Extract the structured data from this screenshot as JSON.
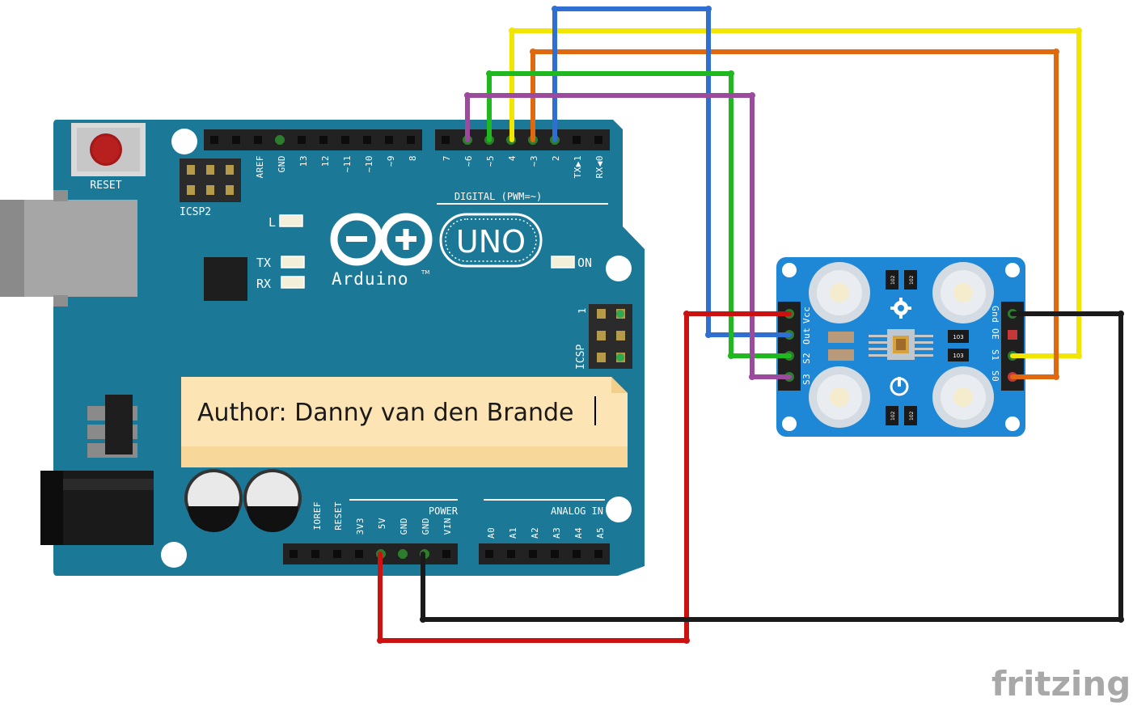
{
  "board": {
    "reset_label": "RESET",
    "icsp2_label": "ICSP2",
    "digital_header_pins": [
      "AREF",
      "GND",
      "13",
      "12",
      "~11",
      "~10",
      "~9",
      "8"
    ],
    "digital_header_pins_2": [
      "7",
      "~6",
      "~5",
      "4",
      "~3",
      "2",
      "TX▶1",
      "RX◀0"
    ],
    "digital_label": "DIGITAL (PWM=~)",
    "led_l": "L",
    "led_tx": "TX",
    "led_rx": "RX",
    "led_on": "ON",
    "brand": "Arduino",
    "trademark": "TM",
    "model": "UNO",
    "icsp_label": "ICSP",
    "icsp_pin1": "1",
    "power_label": "POWER",
    "power_pins": [
      "IOREF",
      "RESET",
      "3V3",
      "5V",
      "GND",
      "GND",
      "VIN"
    ],
    "analog_label": "ANALOG IN",
    "analog_pins": [
      "A0",
      "A1",
      "A2",
      "A3",
      "A4",
      "A5"
    ]
  },
  "note": {
    "text": "Author: Danny van den Brande"
  },
  "sensor": {
    "left_pins": [
      "S3",
      "S2",
      "Out",
      "Vcc"
    ],
    "right_pins": [
      "Gnd",
      "OE",
      "S1",
      "S0"
    ],
    "resistor_102": "102",
    "resistor_103": "103"
  },
  "wires": [
    {
      "name": "yellow",
      "color": "#f2e600",
      "from": "Arduino D4",
      "to": "Sensor S1"
    },
    {
      "name": "orange",
      "color": "#e0680e",
      "from": "Arduino D3",
      "to": "Sensor S0"
    },
    {
      "name": "blue",
      "color": "#2e6fd1",
      "from": "Arduino D2",
      "to": "Sensor Out"
    },
    {
      "name": "green",
      "color": "#1fb81f",
      "from": "Arduino D5",
      "to": "Sensor S2"
    },
    {
      "name": "purple",
      "color": "#9b4a9e",
      "from": "Arduino D6",
      "to": "Sensor S3"
    },
    {
      "name": "red",
      "color": "#cc1111",
      "from": "Arduino 5V",
      "to": "Sensor Vcc"
    },
    {
      "name": "black",
      "color": "#1a1a1a",
      "from": "Arduino GND",
      "to": "Sensor Gnd"
    }
  ],
  "watermark": "fritzing",
  "colors": {
    "board": "#1b7896",
    "sensor": "#1e88d6",
    "note": "#fde4b4"
  }
}
